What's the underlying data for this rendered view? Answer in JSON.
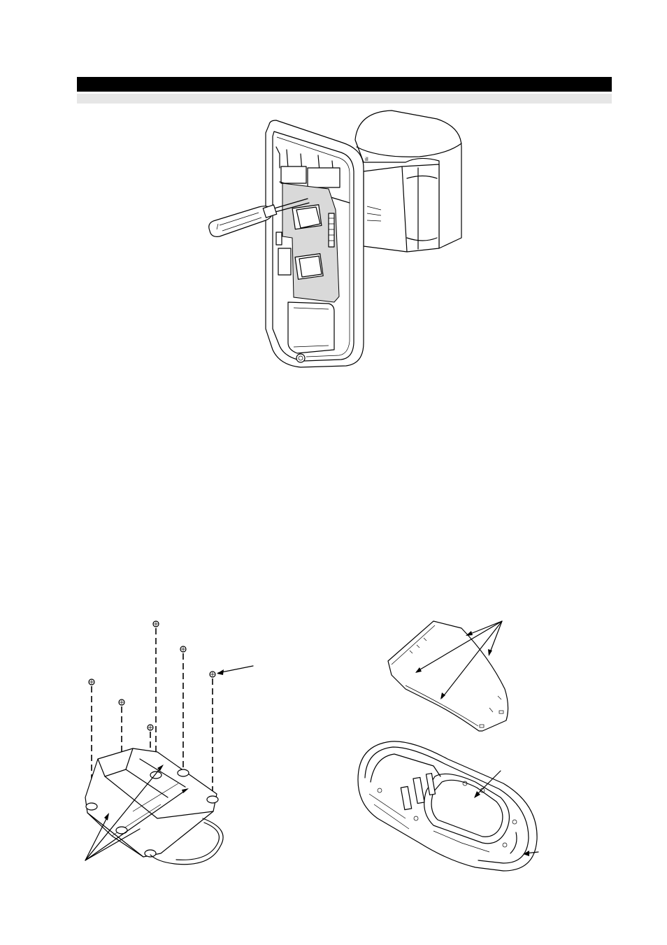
{
  "page": {
    "header_bar": "",
    "subheader_bar": ""
  },
  "figures": [
    {
      "id": "detector-opened-with-screwdriver",
      "icon": "screwdriver-icon"
    },
    {
      "id": "bracket-screws-exploded",
      "icon": "screw-icon"
    },
    {
      "id": "hood-insert-and-base-housing",
      "icon": "housing-icon"
    }
  ]
}
